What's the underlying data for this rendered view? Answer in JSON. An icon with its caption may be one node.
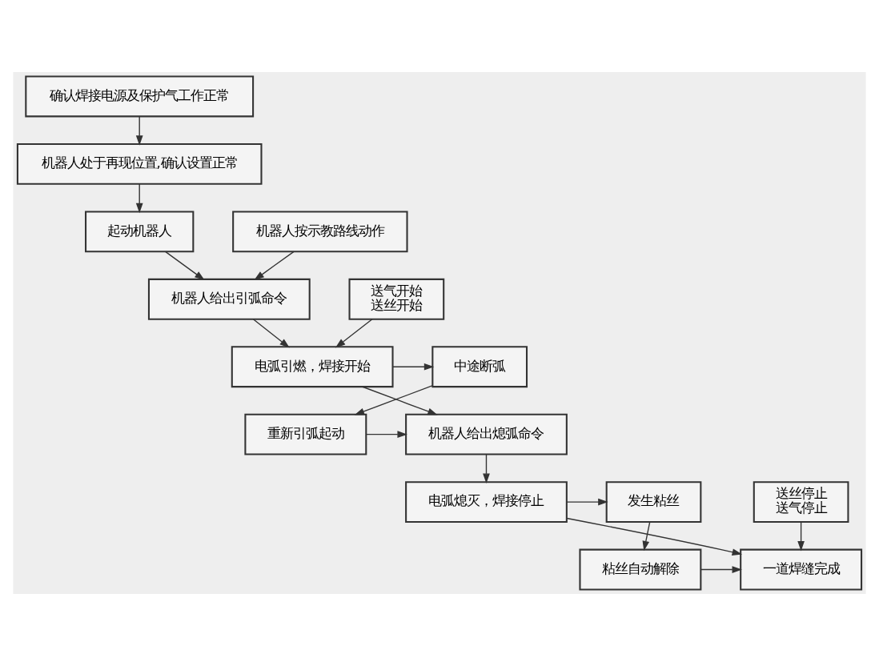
{
  "diagram": {
    "nodes": [
      {
        "text": [
          "确认焊接电源及保护气工作正常"
        ]
      },
      {
        "text": [
          "机器人处于再现位置,确认设置正常"
        ]
      },
      {
        "text": [
          "起动机器人"
        ]
      },
      {
        "text": [
          "机器人按示教路线动作"
        ]
      },
      {
        "text": [
          "机器人给出引弧命令"
        ]
      },
      {
        "text": [
          "送气开始",
          "送丝开始"
        ]
      },
      {
        "text": [
          "电弧引燃，焊接开始"
        ]
      },
      {
        "text": [
          "中途断弧"
        ]
      },
      {
        "text": [
          "重新引弧起动"
        ]
      },
      {
        "text": [
          "机器人给出熄弧命令"
        ]
      },
      {
        "text": [
          "电弧熄灭，焊接停止"
        ]
      },
      {
        "text": [
          "发生粘丝"
        ]
      },
      {
        "text": [
          "送丝停止",
          "送气停止"
        ]
      },
      {
        "text": [
          "粘丝自动解除"
        ]
      },
      {
        "text": [
          "一道焊缝完成"
        ]
      }
    ],
    "edges": [
      {
        "from": 0,
        "to": 1,
        "arrow": "to"
      },
      {
        "from": 1,
        "to": 2,
        "arrow": "to"
      },
      {
        "from": 2,
        "to": 4,
        "arrow": "to"
      },
      {
        "from": 3,
        "to": 4,
        "arrow": "to"
      },
      {
        "from": 4,
        "to": 6,
        "arrow": "to"
      },
      {
        "from": 5,
        "to": 6,
        "arrow": "to"
      },
      {
        "from": 6,
        "to": 7,
        "arrow": "to"
      },
      {
        "from": 7,
        "to": 8,
        "arrow": "to"
      },
      {
        "from": 6,
        "to": 9,
        "arrow": "to"
      },
      {
        "from": 8,
        "to": 9,
        "arrow": "to"
      },
      {
        "from": 9,
        "to": 10,
        "arrow": "to"
      },
      {
        "from": 10,
        "to": 11,
        "arrow": "to"
      },
      {
        "from": 10,
        "to": 14,
        "arrow": "to"
      },
      {
        "from": 12,
        "to": 14,
        "arrow": "to"
      },
      {
        "from": 11,
        "to": 13,
        "arrow": "to"
      },
      {
        "from": 13,
        "to": 14,
        "arrow": "to"
      }
    ]
  }
}
